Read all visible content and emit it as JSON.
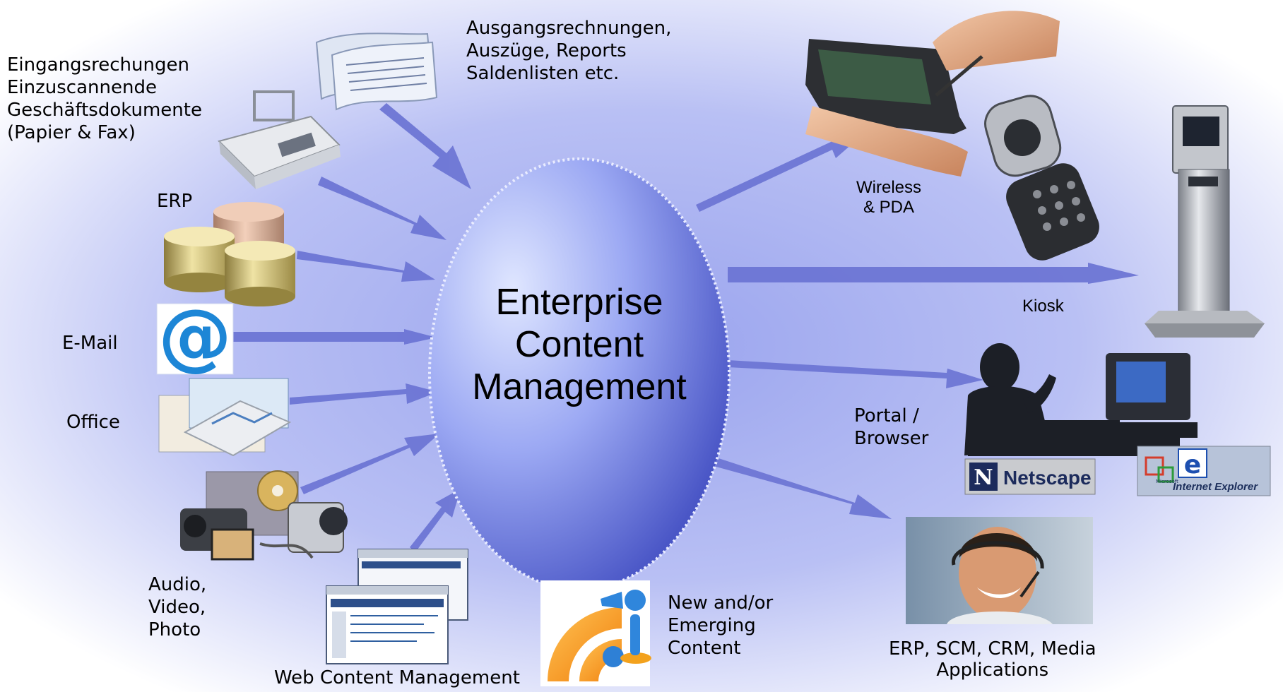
{
  "center": {
    "title_lines": [
      "Enterprise",
      "Content",
      "Management"
    ]
  },
  "inputs": {
    "paper_fax": "Eingangsrechungen\nEinzuscannende\nGeschäftsdokumente\n(Papier & Fax)",
    "erp": "ERP",
    "email": "E-Mail",
    "office": "Office",
    "audio_video_photo": "Audio,\nVideo,\nPhoto",
    "web_content": "Web Content Management",
    "emerging": "New and/or\nEmerging\nContent"
  },
  "outputs": {
    "reports": "Ausgangsrechnungen,\nAuszüge, Reports\nSaldenlisten etc.",
    "wireless": "Wireless\n& PDA",
    "kiosk": "Kiosk",
    "portal": "Portal /\nBrowser",
    "applications": "ERP, SCM, CRM, Media\nApplications"
  },
  "logos": {
    "netscape": "Netscape",
    "netscape_mark": "N",
    "ie_mark": "e",
    "ie_small": "Microsoft",
    "ie_name": "Internet Explorer"
  },
  "icons": {
    "email_symbol": "@"
  },
  "colors": {
    "background_edge": "#ffffff",
    "background_center": "#a9b2f2",
    "ellipse_light": "#c7d2fb",
    "ellipse_dark": "#3f4cc6",
    "arrow": "#6b74d4"
  }
}
